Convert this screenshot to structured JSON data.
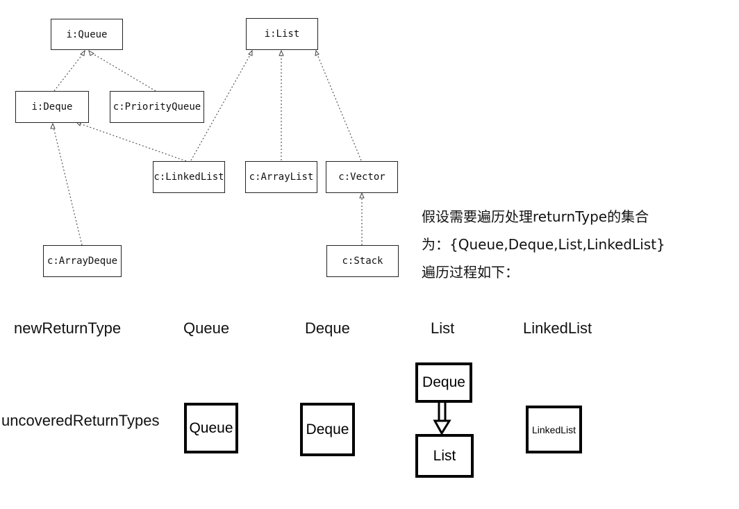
{
  "uml_nodes": {
    "queue": "i:Queue",
    "list": "i:List",
    "deque": "i:Deque",
    "priority_queue": "c:PriorityQueue",
    "linked_list": "c:LinkedList",
    "array_list": "c:ArrayList",
    "vector": "c:Vector",
    "array_deque": "c:ArrayDeque",
    "stack": "c:Stack"
  },
  "note": {
    "line1": "假设需要遍历处理returnType的集合",
    "line2": "为：{Queue,Deque,List,LinkedList}",
    "line3": "遍历过程如下："
  },
  "row_labels": {
    "new_return_type": "newReturnType",
    "uncovered_return_types": "uncoveredReturnTypes"
  },
  "columns": [
    "Queue",
    "Deque",
    "List",
    "LinkedList"
  ],
  "uncovered": {
    "col1": "Queue",
    "col2": "Deque",
    "col3_top": "Deque",
    "col3_bottom": "List",
    "col4": "LinkedList"
  }
}
